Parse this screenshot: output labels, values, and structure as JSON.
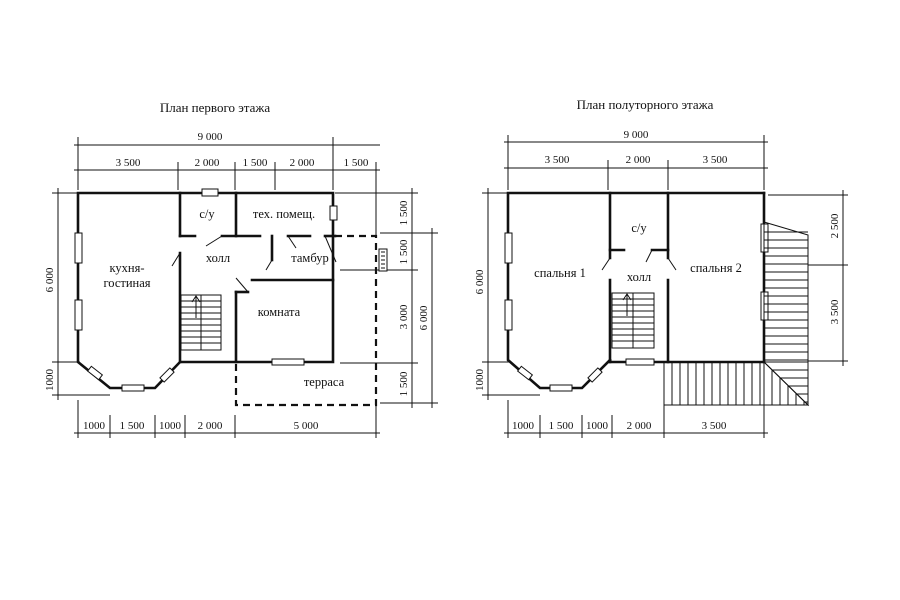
{
  "floor1": {
    "title": "План первого этажа",
    "total_width": "9 000",
    "top_dims": [
      "3 500",
      "2 000",
      "1 500",
      "2 000",
      "1 500"
    ],
    "bottom_dims": [
      "1000",
      "1 500",
      "1000",
      "2 000",
      "5 000"
    ],
    "left_dims": [
      "6 000",
      "1000"
    ],
    "right_dims": [
      "1 500",
      "1 500",
      "3 000",
      "1 500"
    ],
    "right_total": "6 000",
    "rooms": {
      "kitchen": "кухня-\nгостиная",
      "wc": "с/у",
      "tech": "тех. помещ.",
      "hall": "холл",
      "vestibule": "тамбур",
      "room": "комната",
      "terrace": "терраса"
    }
  },
  "floor2": {
    "title": "План полуторного этажа",
    "total_width": "9 000",
    "top_dims": [
      "3 500",
      "2 000",
      "3 500"
    ],
    "bottom_dims": [
      "1000",
      "1 500",
      "1000",
      "2 000",
      "3 500"
    ],
    "left_dims": [
      "6 000",
      "1000"
    ],
    "right_dims": [
      "2 500",
      "3 500"
    ],
    "rooms": {
      "bedroom1": "спальня 1",
      "wc": "с/у",
      "hall": "холл",
      "bedroom2": "спальня 2"
    }
  }
}
